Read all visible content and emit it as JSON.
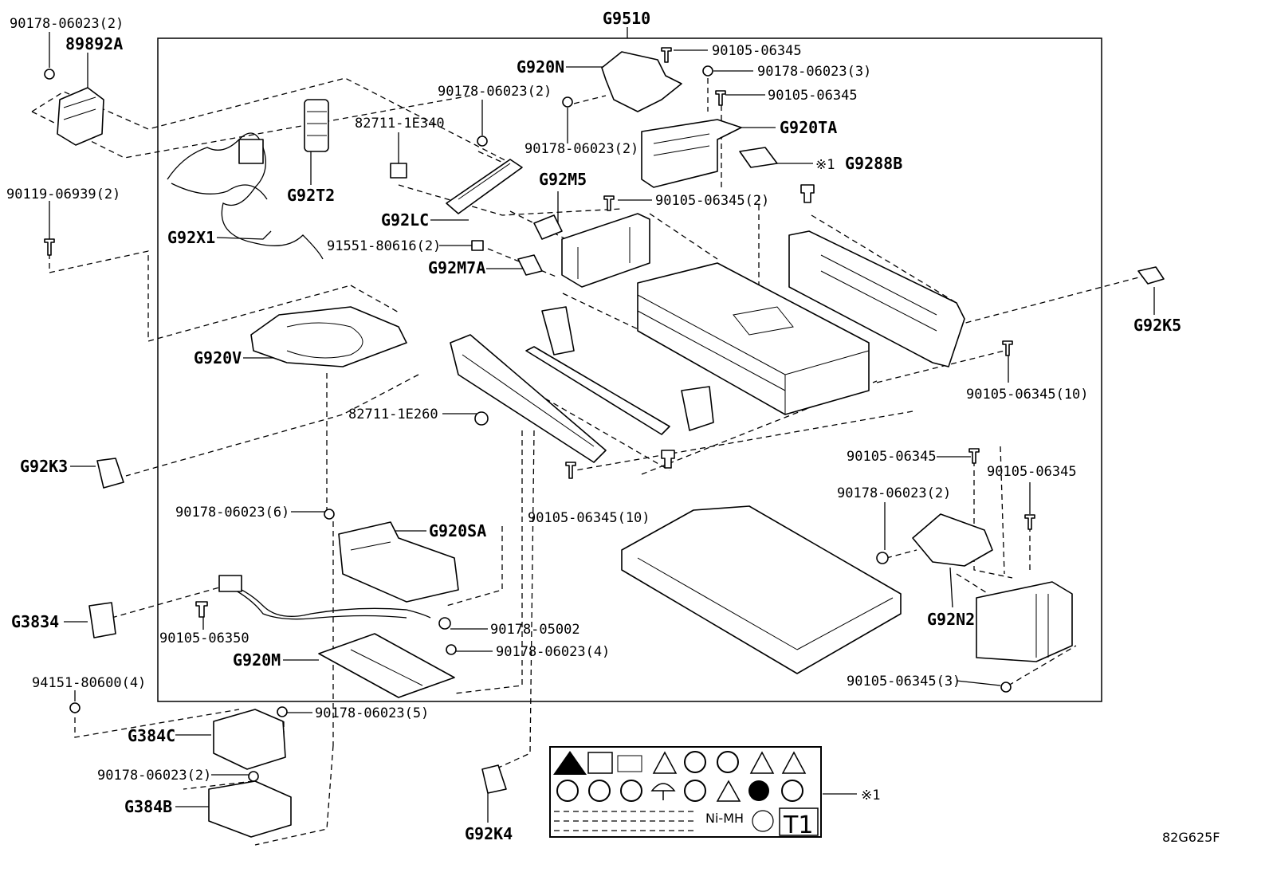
{
  "diagram_code": "82G625F",
  "assembly": "G9510",
  "labels": {
    "p90178_06023_2_a": "90178-06023(2)",
    "p89892A": "89892A",
    "p90119_06939_2": "90119-06939(2)",
    "pG92X1": "G92X1",
    "pG92T2": "G92T2",
    "p82711_1E340": "82711-1E340",
    "p90178_06023_2_b": "90178-06023(2)",
    "p90178_06023_2_c": "90178-06023(2)",
    "pG92LC": "G92LC",
    "p91551_80616_2": "91551-80616(2)",
    "pG92M7A": "G92M7A",
    "pG92M5": "G92M5",
    "pG920N": "G920N",
    "p90105_06345_a": "90105-06345",
    "p90178_06023_3": "90178-06023(3)",
    "p90105_06345_b": "90105-06345",
    "pG920TA": "G920TA",
    "pG9288B": "G9288B",
    "ref_mark_label": "※1",
    "p90105_06345_2": "90105-06345(2)",
    "pG92K5": "G92K5",
    "p90105_06345_10_a": "90105-06345(10)",
    "pG920V": "G920V",
    "p82711_1E260": "82711-1E260",
    "pG92K3": "G92K3",
    "p90178_06023_6": "90178-06023(6)",
    "pG920SA": "G920SA",
    "p90105_06345_10_b": "90105-06345(10)",
    "p90105_06345_c": "90105-06345",
    "p90105_06345_d": "90105-06345",
    "p90178_06023_2_d": "90178-06023(2)",
    "pG3834": "G3834",
    "p90105_06350": "90105-06350",
    "p90178_05002": "90178-05002",
    "pG920M": "G920M",
    "p90178_06023_4": "90178-06023(4)",
    "pG92N2": "G92N2",
    "p90105_06345_3": "90105-06345(3)",
    "p94151_80600_4": "94151-80600(4)",
    "p90178_06023_5": "90178-06023(5)",
    "pG384C": "G384C",
    "p90178_06023_2_e": "90178-06023(2)",
    "pG384B": "G384B",
    "pG92K4": "G92K4",
    "caution_ref": "※1"
  },
  "caution_label": {
    "battery_type": "Ni-MH",
    "code": "T1"
  }
}
